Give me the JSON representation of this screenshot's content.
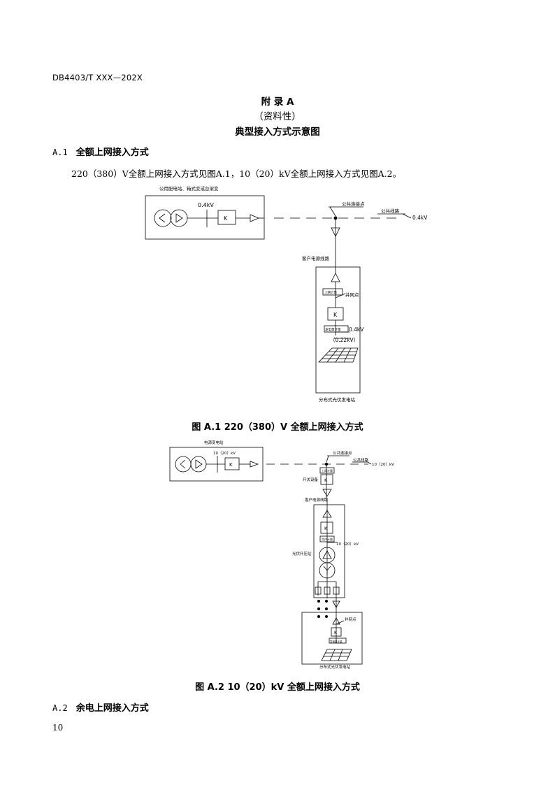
{
  "header": {
    "doc_code": "DB4403/T XXX—202X"
  },
  "appendix": {
    "title": "附 录 A",
    "nature": "（资料性）",
    "subtitle": "典型接入方式示意图"
  },
  "section_a1": {
    "number": "A.1",
    "title": "全额上网接入方式"
  },
  "paragraph_a1": "220（380）V全额上网接入方式见图A.1，10（20）kV全额上网接入方式见图A.2。",
  "figure_a1": {
    "caption": "图 A.1   220（380）V 全额上网接入方式",
    "labels": {
      "source_box": "公用配电站、箱式变或台架变",
      "source_voltage": "0.4kV",
      "breaker": "K",
      "pcc": "公共连接点",
      "public_line": "公共线路",
      "line_voltage": "0.4kV",
      "customer_line": "客户电源线路",
      "grid_meter": "上网计量",
      "grid_point": "并网点",
      "gen_meter": "发电量计量",
      "pv_voltage_1": "0.4kV",
      "pv_voltage_2": "（0.22kV）",
      "station": "分布式光伏发电站"
    }
  },
  "figure_a2": {
    "caption": "图 A.2   10（20）kV 全额上网接入方式",
    "labels": {
      "source_box": "电源变电站",
      "source_voltage": "10（20）kV",
      "breaker": "K",
      "pcc": "公共连接点",
      "public_line": "公共线路",
      "line_voltage": "10（20）kV",
      "grid_meter": "上网计量",
      "switch_device": "开关设备",
      "customer_line": "客户电源线路",
      "user_meter": "用户计量",
      "station_voltage": "10（20）kV",
      "boost_station": "光伏升压站",
      "grid_point": "并网点",
      "gen_meter": "发电量计量",
      "station": "分布式光伏发电站"
    }
  },
  "section_a2": {
    "number": "A.2",
    "title": "余电上网接入方式"
  },
  "page_number": "10"
}
